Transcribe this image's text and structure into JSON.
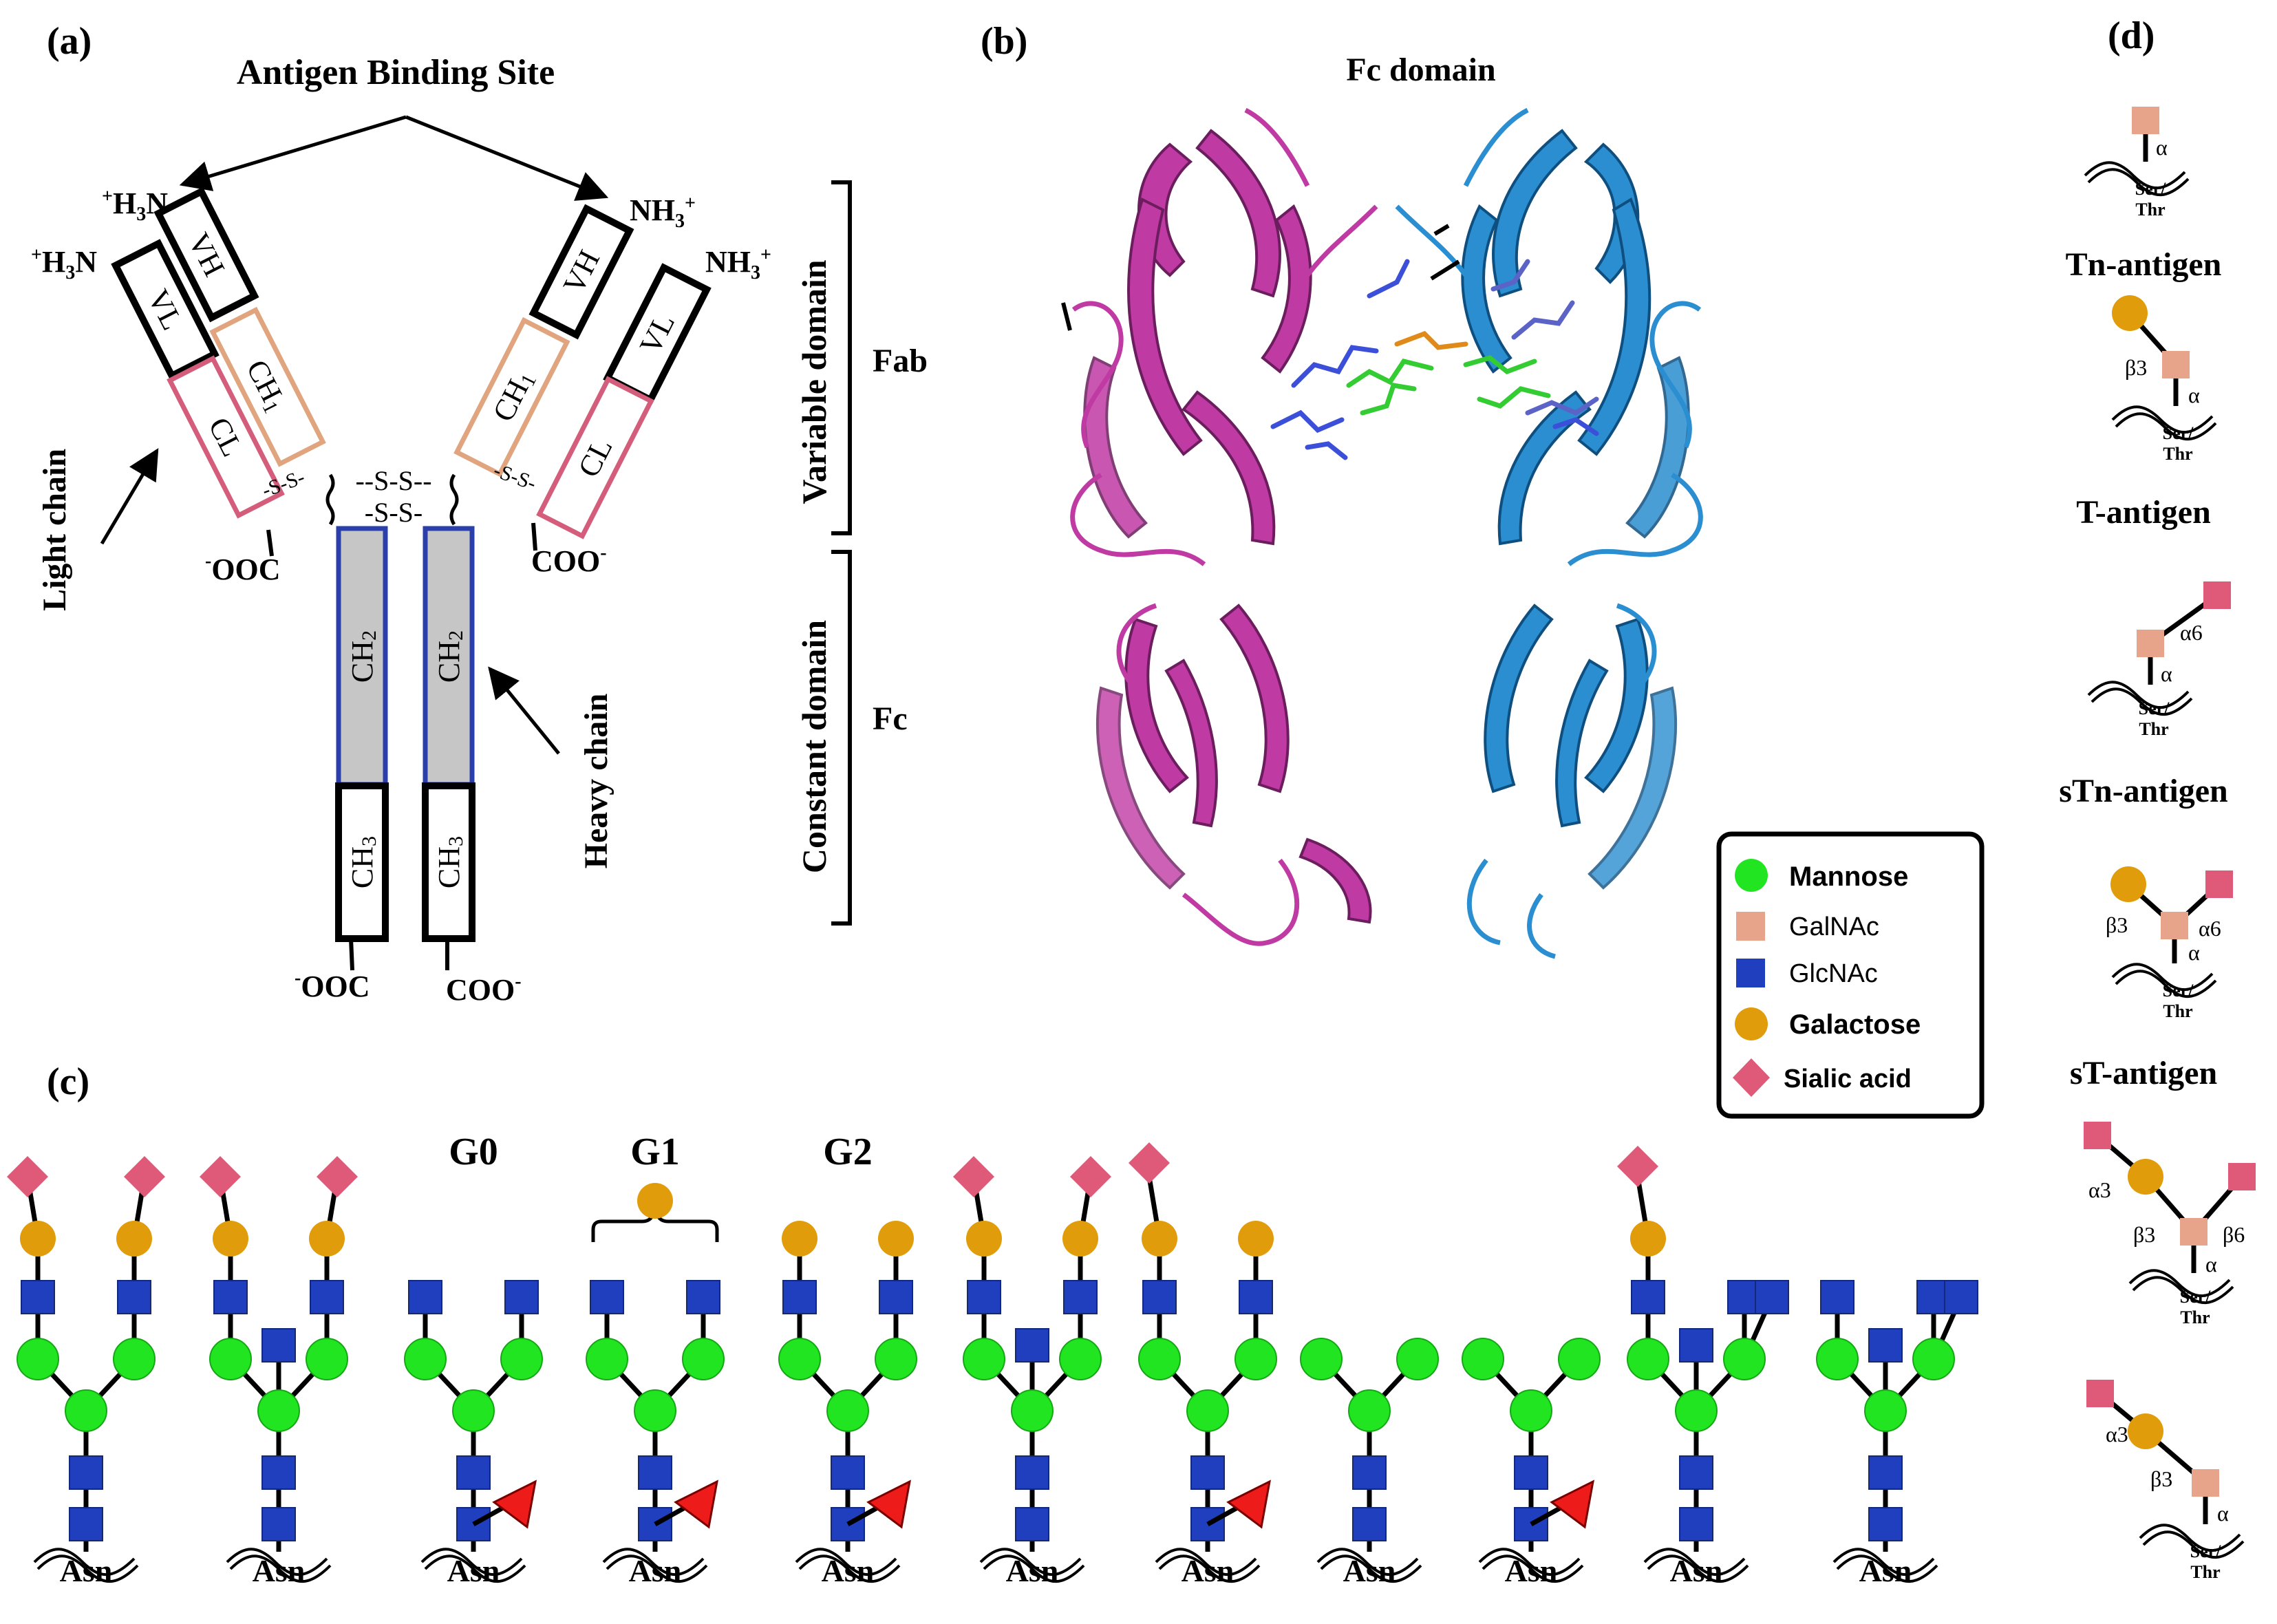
{
  "colors": {
    "mannose": "#22e522",
    "galnac": "#e8a38b",
    "glcnac": "#1f3fbf",
    "galactose": "#e09c0a",
    "sialic": "#de5a78",
    "fucose": "#ee1b1b",
    "vl_border": "#000000",
    "cl_border": "#d35d7b",
    "ch1_border": "#e0a47e",
    "ch2_border": "#2a3fa9",
    "ch2_fill": "#c6c6c6",
    "chain_a": "#c03aa4",
    "chain_b": "#2a8ed0"
  },
  "panel_a": {
    "label": "(a)",
    "antigen_site": "Antigen Binding Site",
    "vh": "VH",
    "vl": "VL",
    "ch1_base": "CH",
    "ch1_sub": "1",
    "cl": "CL",
    "ch2_base": "CH",
    "ch2_sub": "2",
    "ch3_base": "CH",
    "ch3_sub": "3",
    "h3n_plus": "+",
    "h3n_base": "H",
    "h3n_sub": "3",
    "h3n_tail": "N",
    "nh3_base": "NH",
    "nh3_sub": "3",
    "nh3_plus": "+",
    "ooc_minus": "-",
    "ooc": "OOC",
    "coo": "COO",
    "coo_minus": "-",
    "ss_light": "-S-S-",
    "ss_hinge_top": "--S-S--",
    "ss_hinge_bottom": "-S-S-",
    "light_chain": "Light chain",
    "heavy_chain": "Heavy chain",
    "variable_domain": "Variable domain",
    "constant_domain": "Constant domain",
    "fab": "Fab",
    "fc": "Fc"
  },
  "panel_b": {
    "label": "(b)",
    "title": "Fc domain",
    "legend": [
      {
        "shape": "circle",
        "color_key": "mannose",
        "label": "Mannose"
      },
      {
        "shape": "square",
        "color_key": "galnac",
        "label": "GalNAc"
      },
      {
        "shape": "square",
        "color_key": "glcnac",
        "label": "GlcNAc"
      },
      {
        "shape": "circle",
        "color_key": "galactose",
        "label": "Galactose"
      },
      {
        "shape": "diamond",
        "color_key": "sialic",
        "label": "Sialic acid"
      }
    ]
  },
  "panel_c": {
    "label": "(c)",
    "g0": "G0",
    "g1": "G1",
    "g2": "G2",
    "asn": "Asn"
  },
  "panel_d": {
    "label": "(d)",
    "alpha": "α",
    "beta3": "β3",
    "alpha6": "α6",
    "alpha3": "α3",
    "beta6": "β6",
    "ser": "Ser/",
    "thr": "Thr",
    "antigens": [
      "Tn-antigen",
      "T-antigen",
      "sTn-antigen",
      "sT-antigen"
    ]
  }
}
